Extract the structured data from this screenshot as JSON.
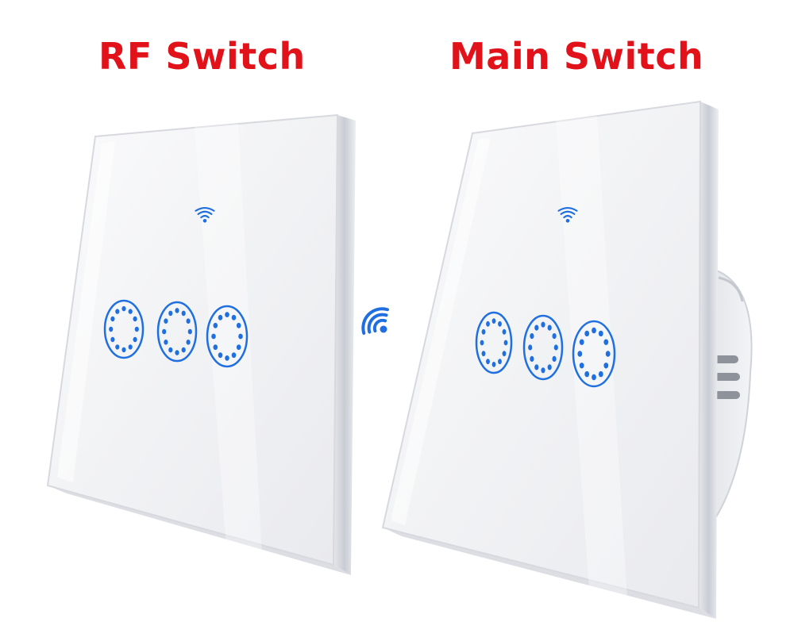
{
  "labels": {
    "rf_switch": "RF Switch",
    "main_switch": "Main Switch"
  },
  "colors": {
    "label_red": "#e2121a",
    "led_blue": "#1f6fe0",
    "panel_white": "#f4f5f7",
    "frame_grey": "#d9dbe0"
  },
  "switches": [
    {
      "id": "rf",
      "touch_buttons": 3,
      "wifi_indicator": "wifi-icon"
    },
    {
      "id": "main",
      "touch_buttons": 3,
      "wifi_indicator": "wifi-icon"
    }
  ],
  "link_icon": "rf-signal-icon"
}
